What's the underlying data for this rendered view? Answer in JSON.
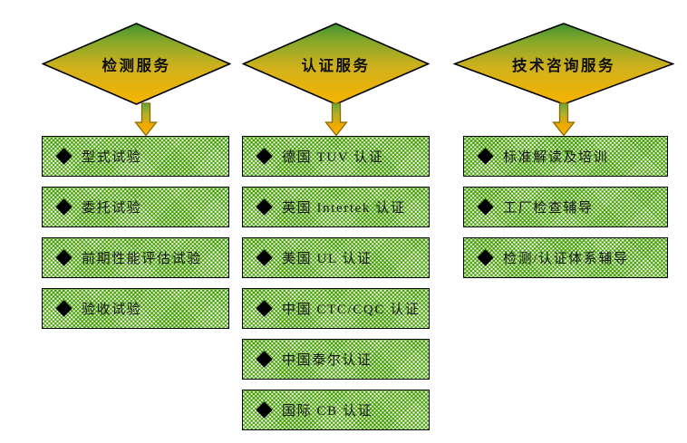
{
  "diagram": {
    "title_present": false,
    "colors": {
      "diamond_gradient_top": "#4f9e35",
      "diamond_gradient_bottom": "#f2b705",
      "diamond_outline": "#000000",
      "arrow_gradient_top": "#5aa23a",
      "arrow_gradient_bottom": "#f5a800",
      "arrow_outline": "#7a5c00",
      "box_fill_green": "#7cc142",
      "box_fill_white": "#ffffff",
      "box_outline": "#000000",
      "bullet": "#000000",
      "text": "#111111",
      "background": "#ffffff"
    },
    "bullet_icon": "filled-diamond-bullet",
    "arrow_icon": "down-arrow",
    "columns": [
      {
        "id": "testing-services",
        "header": "检测服务",
        "items": [
          "型式试验",
          "委托试验",
          "前期性能评估试验",
          "验收试验"
        ]
      },
      {
        "id": "certification-services",
        "header": "认证服务",
        "items": [
          "德国 TUV 认证",
          "英国 Intertek 认证",
          "美国 UL 认证",
          "中国 CTC/CQC 认证",
          "中国泰尔认证",
          "国际 CB 认证"
        ]
      },
      {
        "id": "technical-consulting-services",
        "header": "技术咨询服务",
        "items": [
          "标准解读及培训",
          "工厂检查辅导",
          "检测/认证体系辅导"
        ]
      }
    ]
  }
}
